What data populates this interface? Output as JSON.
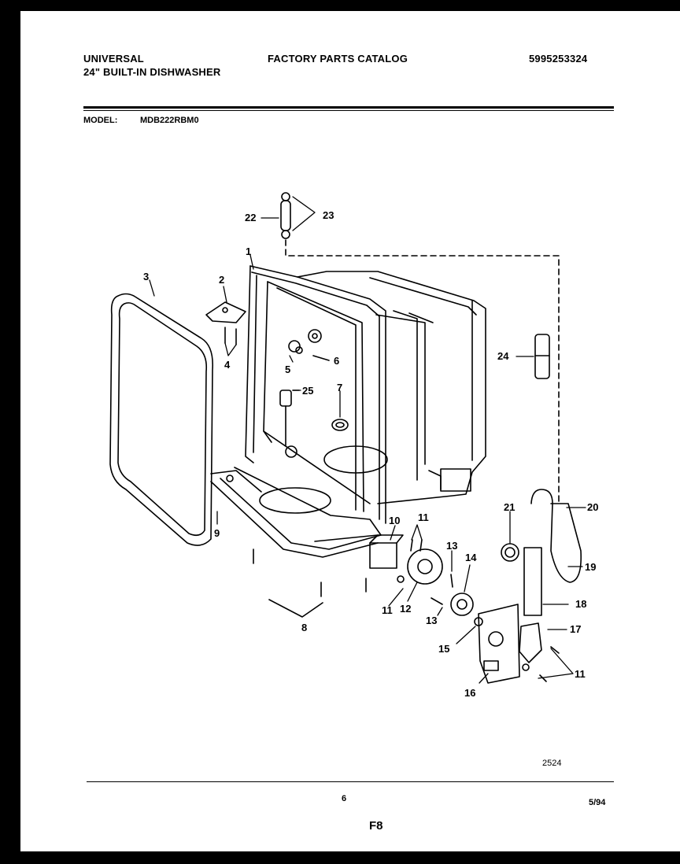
{
  "header": {
    "brand": "UNIVERSAL",
    "product": "24\" BUILT-IN DISHWASHER",
    "catalog_title": "FACTORY PARTS CATALOG",
    "catalog_number": "5995253324",
    "model_label": "MODEL:",
    "model_value": "MDB222RBM0"
  },
  "callouts": {
    "c1": "1",
    "c2": "2",
    "c3": "3",
    "c4": "4",
    "c5": "5",
    "c6": "6",
    "c7": "7",
    "c8": "8",
    "c9": "9",
    "c10": "10",
    "c11a": "11",
    "c11b": "11",
    "c11c": "11",
    "c12": "12",
    "c13a": "13",
    "c13b": "13",
    "c14": "14",
    "c15": "15",
    "c16": "16",
    "c17": "17",
    "c18": "18",
    "c19": "19",
    "c20": "20",
    "c21": "21",
    "c22": "22",
    "c23": "23",
    "c24": "24",
    "c25": "25"
  },
  "footer": {
    "drawing_number": "2524",
    "page_number": "6",
    "date_code": "5/94",
    "section_code": "F8"
  }
}
